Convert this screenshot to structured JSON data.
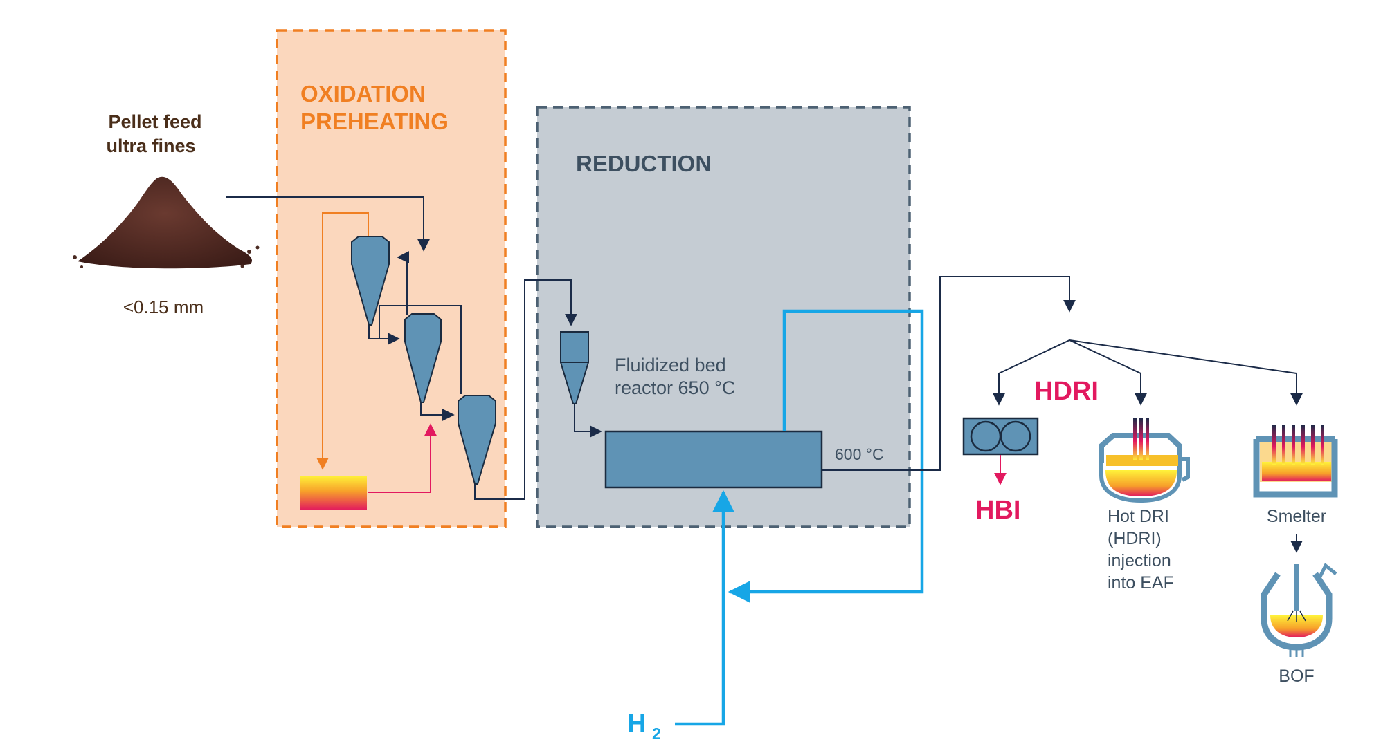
{
  "feed": {
    "title_line1": "Pellet feed",
    "title_line2": "ultra fines",
    "size": "<0.15 mm"
  },
  "zones": {
    "oxidation_line1": "OXIDATION",
    "oxidation_line2": "PREHEATING",
    "reduction": "REDUCTION"
  },
  "reactor": {
    "label_line1": "Fluidized bed",
    "label_line2": "reactor 650 °C",
    "outlet_temp": "600 °C"
  },
  "hydrogen": {
    "symbol": "H",
    "subscript": "2"
  },
  "products": {
    "hdri": "HDRI",
    "hbi": "HBI",
    "eaf_line1": "Hot DRI",
    "eaf_line2": "(HDRI)",
    "eaf_line3": "injection",
    "eaf_line4": "into EAF",
    "smelter": "Smelter",
    "bof": "BOF"
  },
  "colors": {
    "oxidation_fill": "#fbd7bd",
    "oxidation_border": "#f07f22",
    "oxidation_text": "#f07f22",
    "reduction_fill": "#c5ccd3",
    "reduction_border": "#4d6173",
    "reduction_text": "#3d4f60",
    "equipment": "#5f93b5",
    "equipment_stroke": "#1b2b3f",
    "flow_line": "#1b2b48",
    "hydrogen": "#17a6e6",
    "accent": "#e2195f",
    "feed_text": "#4a2e1a"
  }
}
